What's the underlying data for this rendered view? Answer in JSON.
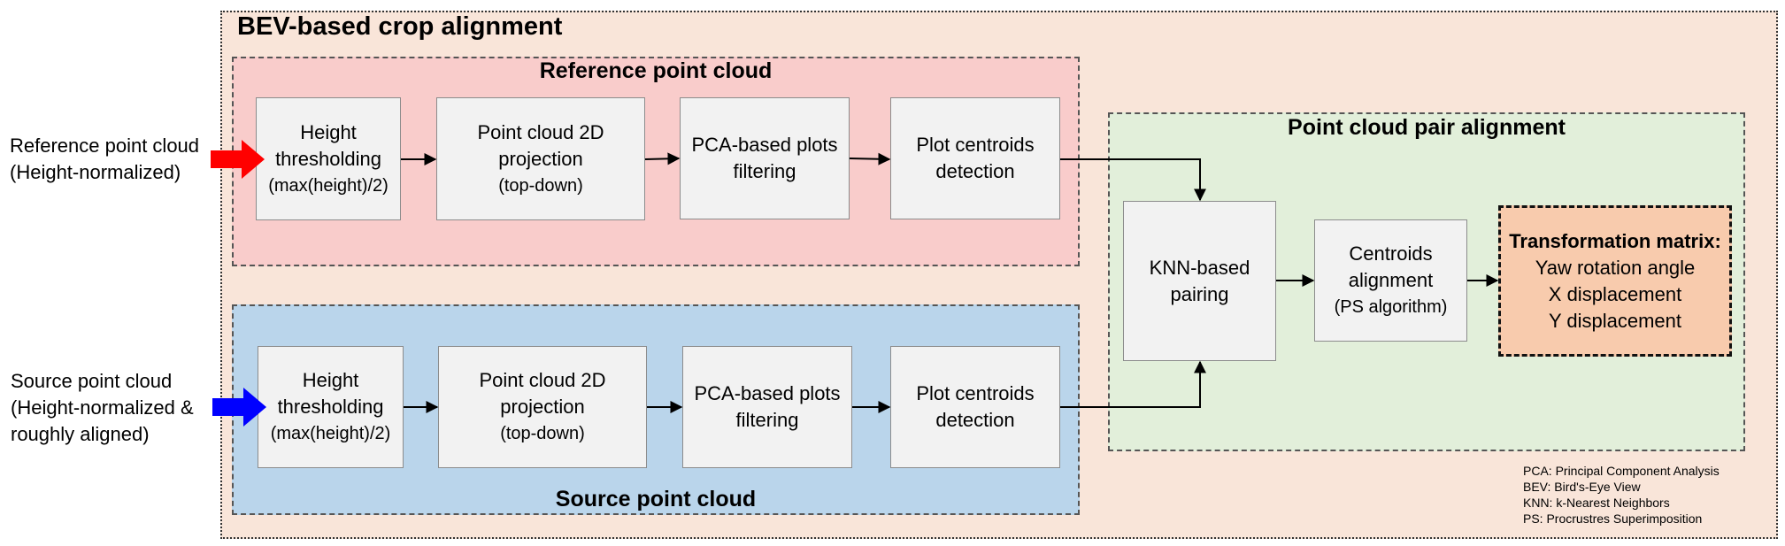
{
  "outer_title": "BEV-based crop alignment",
  "inputs": {
    "reference": [
      "Reference point cloud",
      "(Height-normalized)"
    ],
    "source": [
      "Source point cloud",
      "(Height-normalized &",
      "roughly aligned)"
    ],
    "reference_arrow_color": "#ff0000",
    "source_arrow_color": "#0000ff"
  },
  "reference_group": {
    "title": "Reference point cloud",
    "steps": [
      {
        "lines": [
          "Height",
          "thresholding"
        ],
        "sub": "(max(height)/2)"
      },
      {
        "lines": [
          "Point cloud 2D",
          "projection"
        ],
        "sub": "(top-down)"
      },
      {
        "lines": [
          "PCA-based plots",
          "filtering"
        ],
        "sub": ""
      },
      {
        "lines": [
          "Plot centroids",
          "detection"
        ],
        "sub": ""
      }
    ]
  },
  "source_group": {
    "title": "Source point cloud",
    "steps": [
      {
        "lines": [
          "Height",
          "thresholding"
        ],
        "sub": "(max(height)/2)"
      },
      {
        "lines": [
          "Point cloud 2D",
          "projection"
        ],
        "sub": "(top-down)"
      },
      {
        "lines": [
          "PCA-based plots",
          "filtering"
        ],
        "sub": ""
      },
      {
        "lines": [
          "Plot centroids",
          "detection"
        ],
        "sub": ""
      }
    ]
  },
  "pair_group": {
    "title": "Point cloud pair alignment",
    "knn": [
      "KNN-based",
      "pairing"
    ],
    "centroids": {
      "lines": [
        "Centroids",
        "alignment"
      ],
      "sub": "(PS algorithm)"
    },
    "transformation": {
      "title": "Transformation matrix:",
      "lines": [
        "Yaw rotation angle",
        "X displacement",
        "Y displacement"
      ]
    }
  },
  "legend": [
    "PCA: Principal Component Analysis",
    "BEV: Bird's-Eye View",
    "KNN: k-Nearest Neighbors",
    "PS: Procrustres Superimposition"
  ],
  "colors": {
    "outer_bg": "#f9e5d9",
    "reference_bg": "#f9cccb",
    "source_bg": "#bad5eb",
    "pair_bg": "#e2efda",
    "box_bg": "#f2f2f2",
    "transformation_bg": "#f8cbad"
  }
}
